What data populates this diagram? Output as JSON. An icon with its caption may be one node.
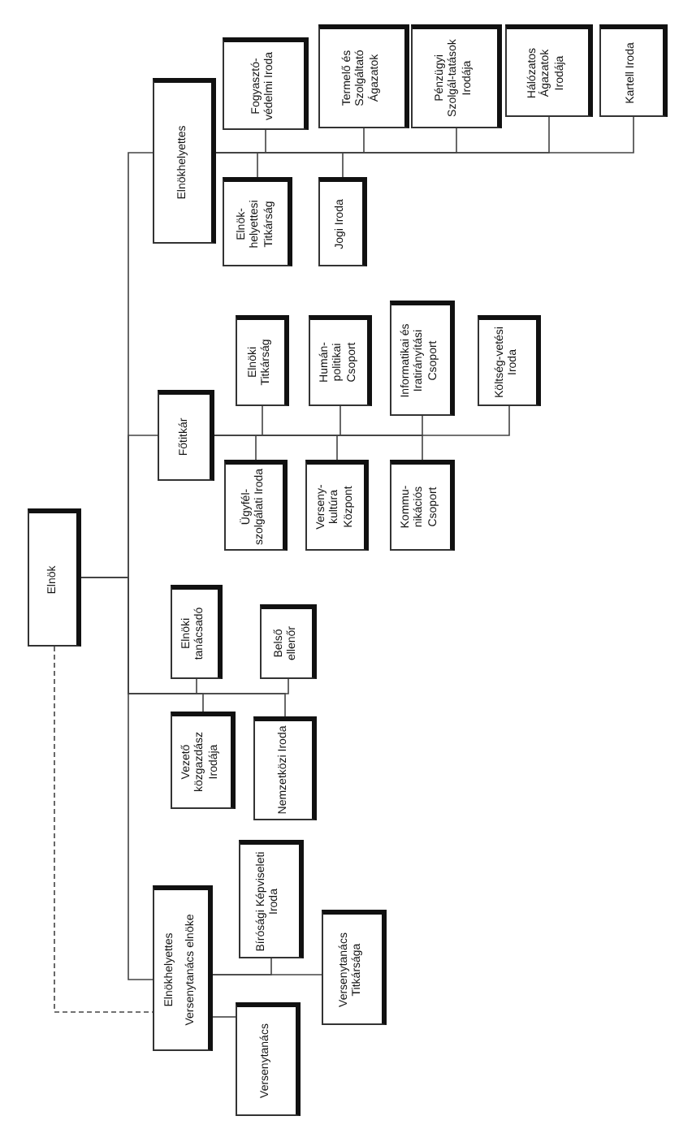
{
  "diagram": {
    "nodes": [
      {
        "text": [
          "Elnök"
        ]
      },
      {
        "text": [
          "Elnökhelyettes"
        ]
      },
      {
        "text": [
          "Fogyasztó-védelmi Iroda"
        ]
      },
      {
        "text": [
          "Termelő és Szolgáltató Ágazatok"
        ]
      },
      {
        "text": [
          "Pénzügyi Szolgál-tatások Irodája"
        ]
      },
      {
        "text": [
          "Hálózatos Ágazatok Irodája"
        ]
      },
      {
        "text": [
          "Kartell Iroda"
        ]
      },
      {
        "text": [
          "Elnök-helyettesi Titkárság"
        ]
      },
      {
        "text": [
          "Jogi Iroda"
        ]
      },
      {
        "text": [
          "Főtitkár"
        ]
      },
      {
        "text": [
          "Elnöki Titkárság"
        ]
      },
      {
        "text": [
          "Humán-politikai Csoport"
        ]
      },
      {
        "text": [
          "Informatikai és Iratirányítási Csoport"
        ]
      },
      {
        "text": [
          "Költség-vetési Iroda"
        ]
      },
      {
        "text": [
          "Ügyfél-szolgálati Iroda"
        ]
      },
      {
        "text": [
          "Verseny-kultúra Központ"
        ]
      },
      {
        "text": [
          "Kommu-nikációs Csoport"
        ]
      },
      {
        "text": [
          "Elnöki tanácsadó"
        ]
      },
      {
        "text": [
          "Belső ellenőr"
        ]
      },
      {
        "text": [
          "Vezető közgazdász Irodája"
        ]
      },
      {
        "text": [
          "Nemzetközi Iroda"
        ]
      },
      {
        "text": [
          "Elnökhelyettes",
          "Versenytanács elnöke"
        ]
      },
      {
        "text": [
          "Bírósági Képviseleti Iroda"
        ]
      },
      {
        "text": [
          "Versenytanács Titkársága"
        ]
      },
      {
        "text": [
          "Versenytanács"
        ]
      }
    ],
    "edges": [
      {
        "from": 0,
        "to": 1,
        "arrow": "none"
      },
      {
        "from": 0,
        "to": 9,
        "arrow": "none"
      },
      {
        "from": 0,
        "to": 17,
        "arrow": "none"
      },
      {
        "from": 0,
        "to": 18,
        "arrow": "none"
      },
      {
        "from": 0,
        "to": 19,
        "arrow": "none"
      },
      {
        "from": 0,
        "to": 20,
        "arrow": "none"
      },
      {
        "from": 0,
        "to": 21,
        "arrow": "none"
      },
      {
        "from": 0,
        "to": 21,
        "arrow": "none",
        "style": "dashed"
      },
      {
        "from": 1,
        "to": 2,
        "arrow": "none"
      },
      {
        "from": 1,
        "to": 3,
        "arrow": "none"
      },
      {
        "from": 1,
        "to": 4,
        "arrow": "none"
      },
      {
        "from": 1,
        "to": 5,
        "arrow": "none"
      },
      {
        "from": 1,
        "to": 6,
        "arrow": "none"
      },
      {
        "from": 1,
        "to": 7,
        "arrow": "none"
      },
      {
        "from": 1,
        "to": 8,
        "arrow": "none"
      },
      {
        "from": 9,
        "to": 10,
        "arrow": "none"
      },
      {
        "from": 9,
        "to": 11,
        "arrow": "none"
      },
      {
        "from": 9,
        "to": 12,
        "arrow": "none"
      },
      {
        "from": 9,
        "to": 13,
        "arrow": "none"
      },
      {
        "from": 9,
        "to": 14,
        "arrow": "none"
      },
      {
        "from": 9,
        "to": 15,
        "arrow": "none"
      },
      {
        "from": 9,
        "to": 16,
        "arrow": "none"
      },
      {
        "from": 21,
        "to": 22,
        "arrow": "none"
      },
      {
        "from": 21,
        "to": 23,
        "arrow": "none"
      },
      {
        "from": 21,
        "to": 24,
        "arrow": "none"
      }
    ]
  }
}
